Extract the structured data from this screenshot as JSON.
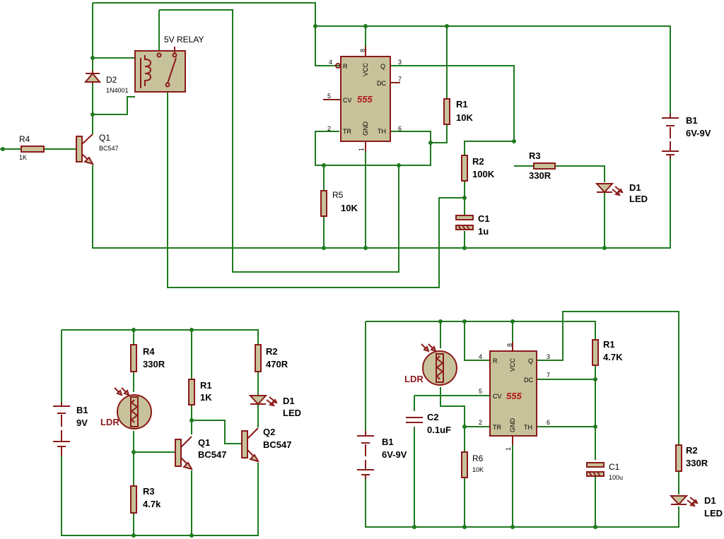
{
  "circuit1": {
    "relay_label": "5V RELAY",
    "d2_ref": "D2",
    "d2_val": "1N4001",
    "q1_ref": "Q1",
    "q1_val": "BC547",
    "r4_ref": "R4",
    "r4_val": "1K",
    "ic": {
      "name": "555",
      "pins": {
        "r": "R",
        "vcc": "VCC",
        "q": "Q",
        "dc": "DC",
        "cv": "CV",
        "tr": "TR",
        "gnd": "GND",
        "th": "TH"
      },
      "pin_numbers": {
        "p4": "4",
        "p8": "8",
        "p3": "3",
        "p7": "7",
        "p5": "5",
        "p2": "2",
        "p1": "1",
        "p6": "6"
      }
    },
    "r1_ref": "R1",
    "r1_val": "10K",
    "r2_ref": "R2",
    "r2_val": "100K",
    "r3_ref": "R3",
    "r3_val": "330R",
    "r5_ref": "R5",
    "r5_val": "10K",
    "c1_ref": "C1",
    "c1_val": "1u",
    "d1_ref": "D1",
    "d1_val": "LED",
    "b1_ref": "B1",
    "b1_val": "6V-9V"
  },
  "circuit2": {
    "b1_ref": "B1",
    "b1_val": "9V",
    "r4_ref": "R4",
    "r4_val": "330R",
    "ldr_label": "LDR",
    "r3_ref": "R3",
    "r3_val": "4.7k",
    "r1_ref": "R1",
    "r1_val": "1K",
    "q1_ref": "Q1",
    "q1_val": "BC547",
    "q2_ref": "Q2",
    "q2_val": "BC547",
    "r2_ref": "R2",
    "r2_val": "470R",
    "d1_ref": "D1",
    "d1_val": "LED"
  },
  "circuit3": {
    "b1_ref": "B1",
    "b1_val": "6V-9V",
    "ldr_label": "LDR",
    "c2_ref": "C2",
    "c2_val": "0.1uF",
    "r6_ref": "R6",
    "r6_val": "10K",
    "ic": {
      "name": "555",
      "pins": {
        "r": "R",
        "vcc": "VCC",
        "q": "Q",
        "dc": "DC",
        "cv": "CV",
        "tr": "TR",
        "gnd": "GND",
        "th": "TH"
      },
      "pin_numbers": {
        "p4": "4",
        "p8": "8",
        "p3": "3",
        "p7": "7",
        "p5": "5",
        "p2": "2",
        "p1": "1",
        "p6": "6"
      }
    },
    "r1_ref": "R1",
    "r1_val": "4.7K",
    "c1_ref": "C1",
    "c1_val": "100u",
    "r2_ref": "R2",
    "r2_val": "330R",
    "d1_ref": "D1",
    "d1_val": "LED"
  },
  "colors": {
    "wire": "#1f7a1f",
    "component": "#8b1a1a",
    "body_fill": "#c8c29a",
    "ic_text": "#b01818"
  }
}
